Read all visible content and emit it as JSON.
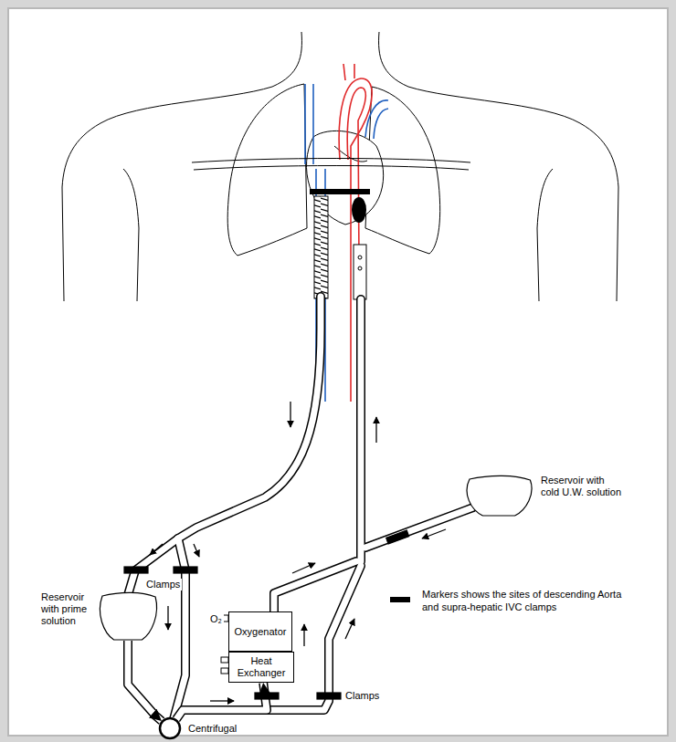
{
  "diagram": {
    "nodes": [
      {
        "text": [
          "Reservoir with cold U.W. solution"
        ]
      },
      {
        "text": [
          "Reservoir with prime solution"
        ]
      },
      {
        "text": [
          "Oxygenator"
        ]
      },
      {
        "text": [
          "Heat Exchanger"
        ]
      },
      {
        "text": [
          "Centrifugal"
        ]
      }
    ],
    "edges": [
      {
        "from": 1,
        "to": 4,
        "arrow": "to"
      },
      {
        "from": 4,
        "to": 3,
        "arrow": "to"
      }
    ],
    "labels": [
      "Clamps",
      "Clamps",
      "O₂"
    ],
    "legend": [
      {
        "text": "Markers shows the sites of descending Aorta and supra-hepatic IVC clamps"
      }
    ]
  }
}
